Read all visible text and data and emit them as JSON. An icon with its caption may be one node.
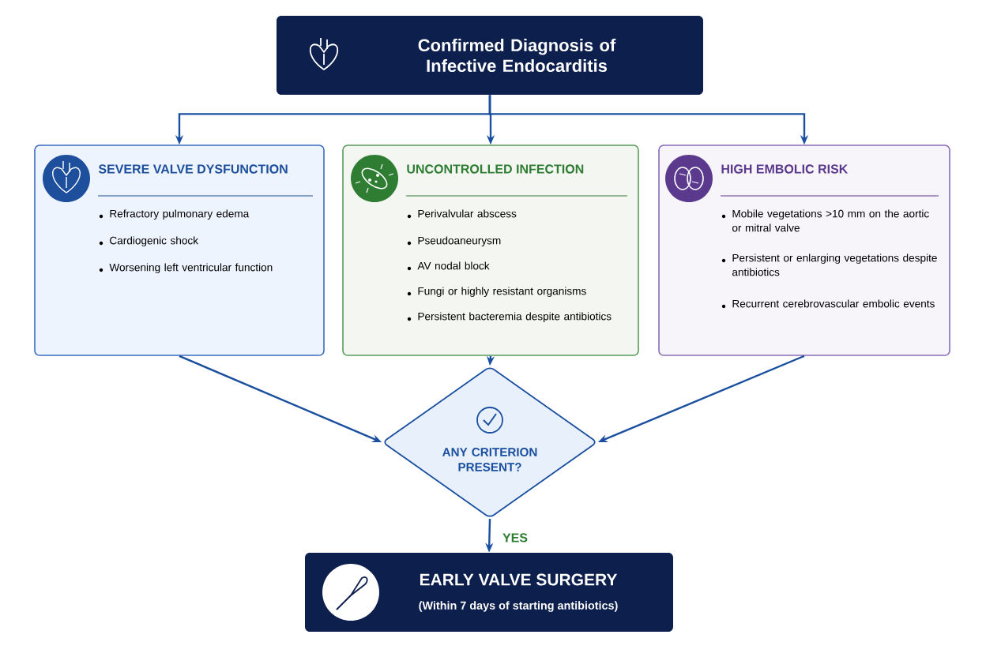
{
  "diagram": {
    "nodes": [
      {
        "text": [
          "Confirmed Diagnosis of Infective Endocarditis"
        ]
      },
      {
        "text": [
          "SEVERE VALVE DYSFUNCTION",
          "Refractory pulmonary edema",
          "Cardiogenic shock",
          "Worsening left ventricular function"
        ]
      },
      {
        "text": [
          "UNCONTROLLED INFECTION",
          "Perivalvular abscess",
          "Pseudoaneurysm",
          "AV nodal block",
          "Fungi or highly resistant organisms",
          "Persistent bacteremia despite antibiotics"
        ]
      },
      {
        "text": [
          "HIGH EMBOLIC RISK",
          "Mobile vegetations >10 mm on the aortic or mitral valve",
          "Persistent or enlarging vegetations despite antibiotics",
          "Recurrent cerebrovascular embolic events"
        ]
      },
      {
        "text": [
          "ANY CRITERION PRESENT?"
        ]
      },
      {
        "text": [
          "EARLY VALVE SURGERY",
          "(Within 7 days of starting antibiotics)"
        ]
      }
    ],
    "edges": [
      {
        "from": 0,
        "to": 1,
        "arrow": "to"
      },
      {
        "from": 0,
        "to": 2,
        "arrow": "to"
      },
      {
        "from": 0,
        "to": 3,
        "arrow": "to"
      },
      {
        "from": 1,
        "to": 4,
        "arrow": "to"
      },
      {
        "from": 2,
        "to": 4,
        "arrow": "to"
      },
      {
        "from": 3,
        "to": 4,
        "arrow": "to"
      },
      {
        "from": 4,
        "to": 5,
        "arrow": "to",
        "label": "YES"
      }
    ]
  }
}
